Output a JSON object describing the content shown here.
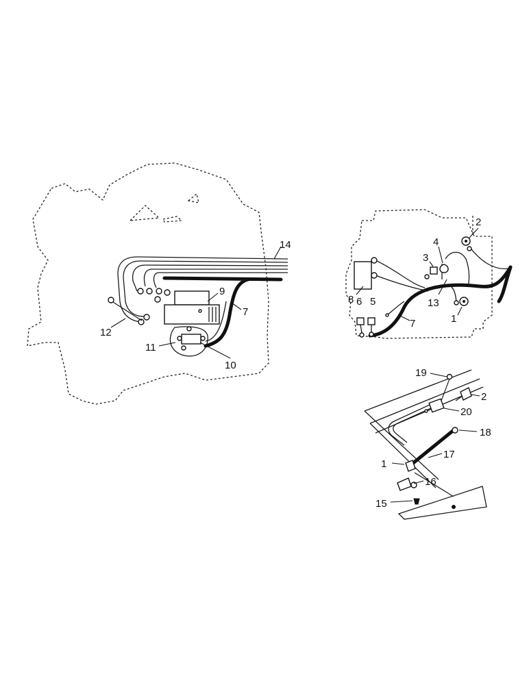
{
  "left_view": {
    "callouts": [
      "14",
      "9",
      "7",
      "12",
      "11",
      "10"
    ]
  },
  "right_view": {
    "callouts": [
      "2",
      "4",
      "3",
      "8",
      "13",
      "1",
      "6",
      "5",
      "7"
    ]
  },
  "detail_view": {
    "callouts": [
      "19",
      "2",
      "20",
      "18",
      "17",
      "1",
      "16",
      "15"
    ]
  }
}
